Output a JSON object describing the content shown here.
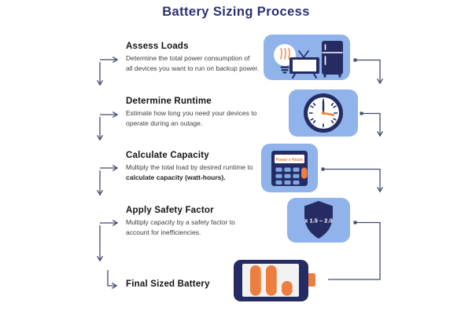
{
  "title": "Battery Sizing Process",
  "colors": {
    "navy": "#252c63",
    "title_navy": "#2b3170",
    "card_blue": "#8fb3ea",
    "orange": "#ec7f3e",
    "connector": "#444b6f",
    "button_blue": "#7fa7e3",
    "heading_text": "#141414",
    "body_text": "#3e3e3e"
  },
  "steps": [
    {
      "title": "Assess Loads",
      "line1": "Determine the total power consumption of",
      "line2": "all devices you want to run on backup power.",
      "icon": "appliances-icon"
    },
    {
      "title": "Determine Runtime",
      "line1": "Estimate how long you need your devices to",
      "line2": "operate during an outage.",
      "icon": "clock-icon"
    },
    {
      "title": "Calculate Capacity",
      "line1": "Multiply the total load by desired runtime to",
      "line2": "calculate capacity (watt-hours).",
      "icon": "calculator-icon"
    },
    {
      "title": "Apply Safety Factor",
      "line1": "Multiply capacity by a safety factor to",
      "line2": "account for inefficiencies.",
      "icon": "shield-icon"
    },
    {
      "title": "Final Sized Battery",
      "icon": "battery-icon"
    }
  ],
  "icon_text": {
    "calculator_display": "Power x Hours",
    "shield_label": "x 1.5 – 2.0"
  }
}
